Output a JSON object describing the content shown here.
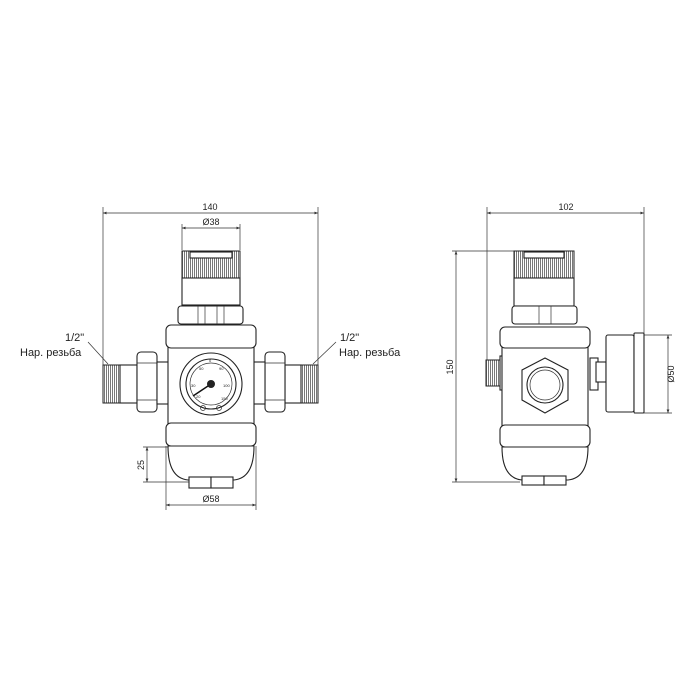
{
  "front_view": {
    "dim_width": "140",
    "dim_cap_diameter": "Ø38",
    "dim_bowl_height": "25",
    "dim_bowl_diameter": "Ø58",
    "left_label": {
      "size": "1/2\"",
      "thread": "Нар. резьба"
    },
    "right_label": {
      "size": "1/2\"",
      "thread": "Нар. резьба"
    },
    "gauge_ticks": [
      "0",
      "50",
      "90",
      "100",
      "150",
      "20",
      "30"
    ]
  },
  "side_view": {
    "dim_width": "102",
    "dim_height": "150",
    "dim_gauge_diameter": "Ø50"
  },
  "colors": {
    "line": "#222222",
    "background": "#ffffff"
  }
}
